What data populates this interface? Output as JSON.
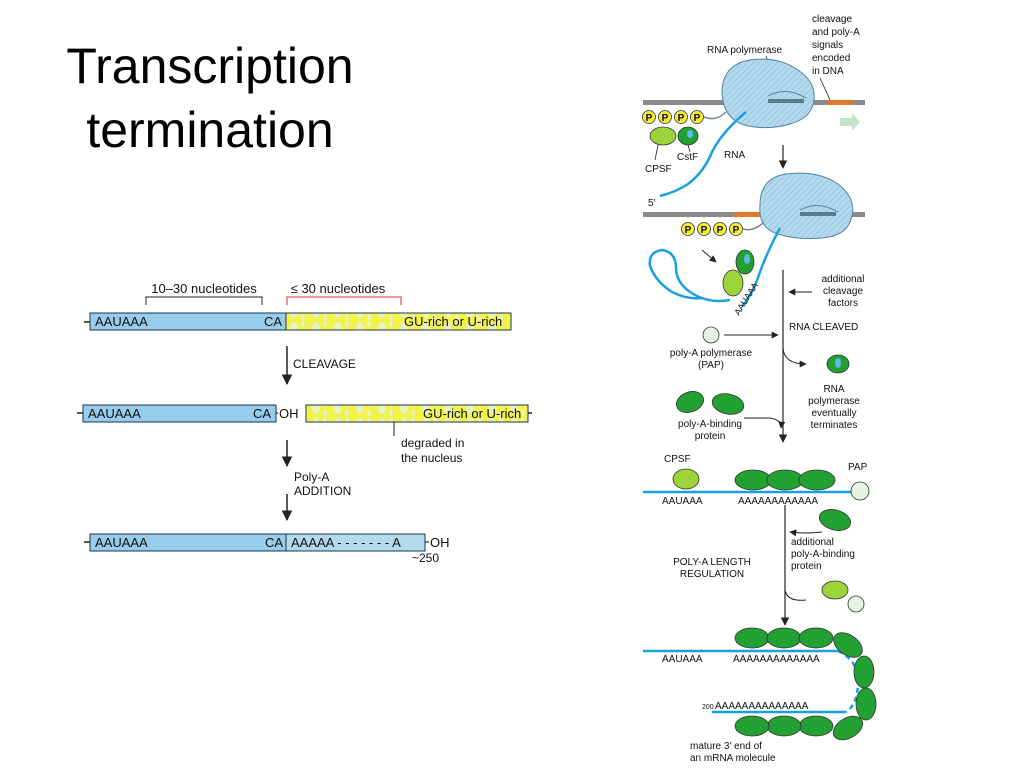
{
  "title": {
    "line1": "Transcription",
    "line2": "termination"
  },
  "left": {
    "bracket_left": "10–30 nucleotides",
    "bracket_right": "≤ 30 nucleotides",
    "seq1_signal": "AAUAAA",
    "seq1_ca": "CA",
    "seq1_rich": "GU-rich or U-rich",
    "step1": "CLEAVAGE",
    "seq2_signal": "AAUAAA",
    "seq2_ca": "CA",
    "seq2_oh": "OH",
    "seq2_rich": "GU-rich or U-rich",
    "degraded_line1": "degraded in",
    "degraded_line2": "the nucleus",
    "step2_line1": "Poly-A",
    "step2_line2": "ADDITION",
    "seq3_signal": "AAUAAA",
    "seq3_ca": "CA",
    "seq3_tail": "AAAAA - - - - - - - A",
    "seq3_oh": "OH",
    "seq3_length": "~250"
  },
  "right": {
    "rna_polymerase": "RNA polymerase",
    "cleavage_signals": [
      "cleavage",
      "and poly-A",
      "signals",
      "encoded",
      "in DNA"
    ],
    "p": "P",
    "cpsf": "CPSF",
    "cstf": "CstF",
    "rna": "RNA",
    "five_prime": "5′",
    "aauaaa_rotated": "AAUAAA",
    "additional_cleavage_factors": [
      "additional",
      "cleavage",
      "factors"
    ],
    "rna_cleaved": "RNA CLEAVED",
    "pap": [
      "poly-A polymerase",
      "(PAP)"
    ],
    "pol_terminates": [
      "RNA",
      "polymerase",
      "eventually",
      "terminates"
    ],
    "pabp": [
      "poly-A-binding",
      "protein"
    ],
    "cpsf2": "CPSF",
    "pap2": "PAP",
    "seq_a": "AAUAAA",
    "tail_a": "AAAAAAAAAAAA",
    "additional_pabp": [
      "additional",
      "poly-A-binding",
      "protein"
    ],
    "length_regulation": [
      "POLY-A LENGTH",
      "REGULATION"
    ],
    "seq_b": "AAUAAA",
    "tail_b": "AAAAAAAAAAAAA",
    "num_200": "200",
    "tail_c": "AAAAAAAAAAAAAA",
    "mature": [
      "mature 3′ end of",
      "an mRNA molecule"
    ]
  },
  "colors": {
    "rna_blue": "#97ccea",
    "rna_line": "#1aa0e0",
    "rich_yellow": "#f2f24a",
    "protein_green": "#22a032",
    "cpsf_green": "#9cd43a",
    "pol_blue": "#b3d9ec",
    "dna_orange": "#e0782a"
  }
}
